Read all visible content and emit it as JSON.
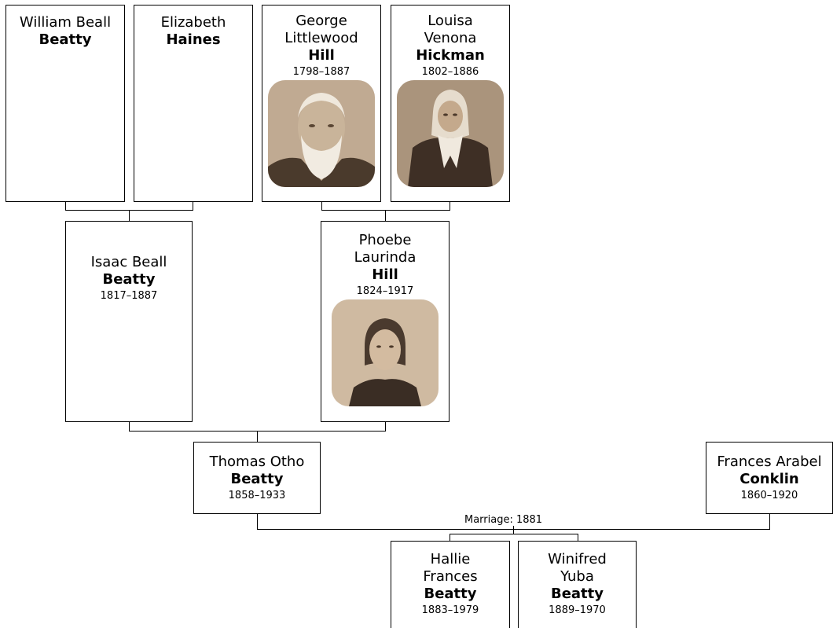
{
  "people": {
    "william": {
      "given": "William Beall",
      "surname": "Beatty"
    },
    "elizabeth": {
      "given": "Elizabeth",
      "surname": "Haines"
    },
    "george": {
      "given_line1": "George",
      "given_line2": "Littlewood",
      "surname": "Hill",
      "years": "1798–1887"
    },
    "louisa": {
      "given_line1": "Louisa",
      "given_line2": "Venona",
      "surname": "Hickman",
      "years": "1802–1886"
    },
    "isaac": {
      "given": "Isaac Beall",
      "surname": "Beatty",
      "years": "1817–1887"
    },
    "phoebe": {
      "given_line1": "Phoebe",
      "given_line2": "Laurinda",
      "surname": "Hill",
      "years": "1824–1917"
    },
    "thomas": {
      "given": "Thomas Otho",
      "surname": "Beatty",
      "years": "1858–1933"
    },
    "frances": {
      "given": "Frances Arabel",
      "surname": "Conklin",
      "years": "1860–1920"
    },
    "hallie": {
      "given_line1": "Hallie",
      "given_line2": "Frances",
      "surname": "Beatty",
      "years": "1883–1979"
    },
    "winifred": {
      "given_line1": "Winifred",
      "given_line2": "Yuba",
      "surname": "Beatty",
      "years": "1889–1970"
    }
  },
  "marriage": {
    "label": "Marriage: 1881"
  },
  "colors": {
    "border": "#000000",
    "photo_sepia": "#b59a7c"
  }
}
